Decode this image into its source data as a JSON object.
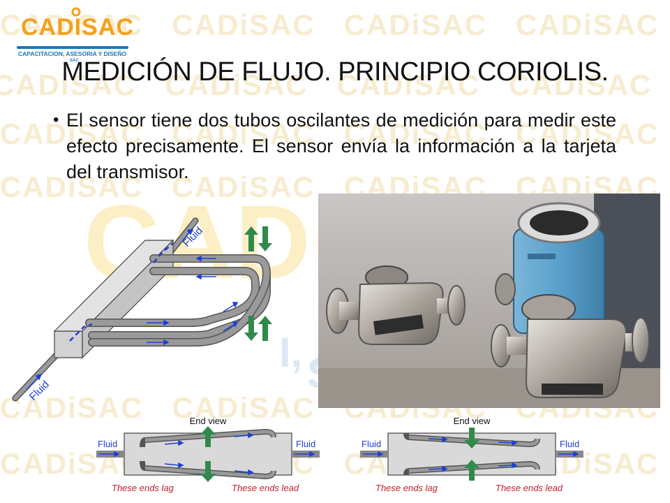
{
  "logo": {
    "name": "CADISAC",
    "tagline": "CAPACITACION, ASESORIA Y DISEÑO",
    "suffix": "SAC"
  },
  "title": "MEDICIÓN DE FLUJO. PRINCIPIO CORIOLIS.",
  "bullet": "El sensor tiene dos tubos oscilantes de medición para medir este efecto precisamente. El sensor envía la información a la tarjeta del transmisor.",
  "diagram": {
    "fluid_top": "Fluid",
    "fluid_bottom": "Fluid"
  },
  "end_view_1": {
    "title": "End view",
    "fluid_left": "Fluid",
    "fluid_right": "Fluid",
    "lag": "These ends lag",
    "lead": "These ends lead"
  },
  "end_view_2": {
    "title": "End view",
    "fluid_left": "Fluid",
    "fluid_right": "Fluid",
    "lag": "These ends lag",
    "lead": "These ends lead"
  },
  "colors": {
    "arrow_green": "#2f8a4b",
    "flow_blue": "#1d3fd6",
    "tube_gray": "#8c8c8c",
    "lag_red": "#c0202a",
    "logo_orange": "#f4a11d",
    "logo_blue": "#1c76b7"
  }
}
